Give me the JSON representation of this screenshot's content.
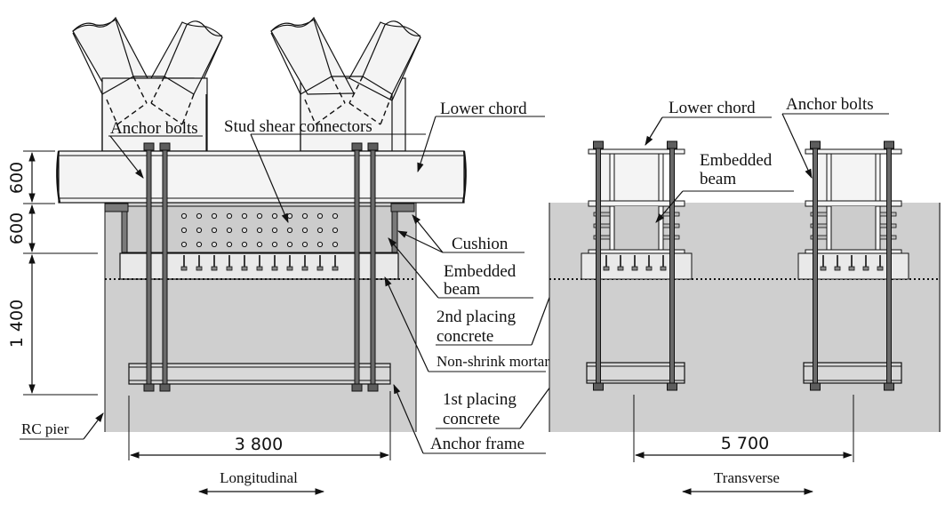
{
  "figure": {
    "longitudinal_view": {
      "labels": {
        "anchor_bolts": "Anchor bolts",
        "stud_shear_connectors": "Stud shear connectors",
        "lower_chord": "Lower chord",
        "cushion": "Cushion",
        "embedded_beam_line1": "Embedded",
        "embedded_beam_line2": "beam",
        "second_placing_line1": "2nd placing",
        "second_placing_line2": "concrete",
        "non_shrink_mortar": "Non-shrink mortar",
        "first_placing_line1": "1st placing",
        "first_placing_line2": "concrete",
        "anchor_frame": "Anchor frame",
        "rc_pier": "RC pier"
      },
      "dimensions": {
        "lower_chord_height": "600",
        "embedded_beam_height": "600",
        "anchor_depth": "1 400",
        "width": "3 800"
      },
      "direction_label": "Longitudinal"
    },
    "transverse_view": {
      "labels": {
        "lower_chord": "Lower chord",
        "anchor_bolts": "Anchor bolts",
        "embedded_beam_line1": "Embedded",
        "embedded_beam_line2": "beam"
      },
      "dimensions": {
        "width": "5 700"
      },
      "direction_label": "Transverse"
    },
    "colors": {
      "concrete": "#cfcfcf",
      "steel": "#f4f4f4",
      "bolt": "#6a6a6a",
      "line": "#111111"
    }
  }
}
